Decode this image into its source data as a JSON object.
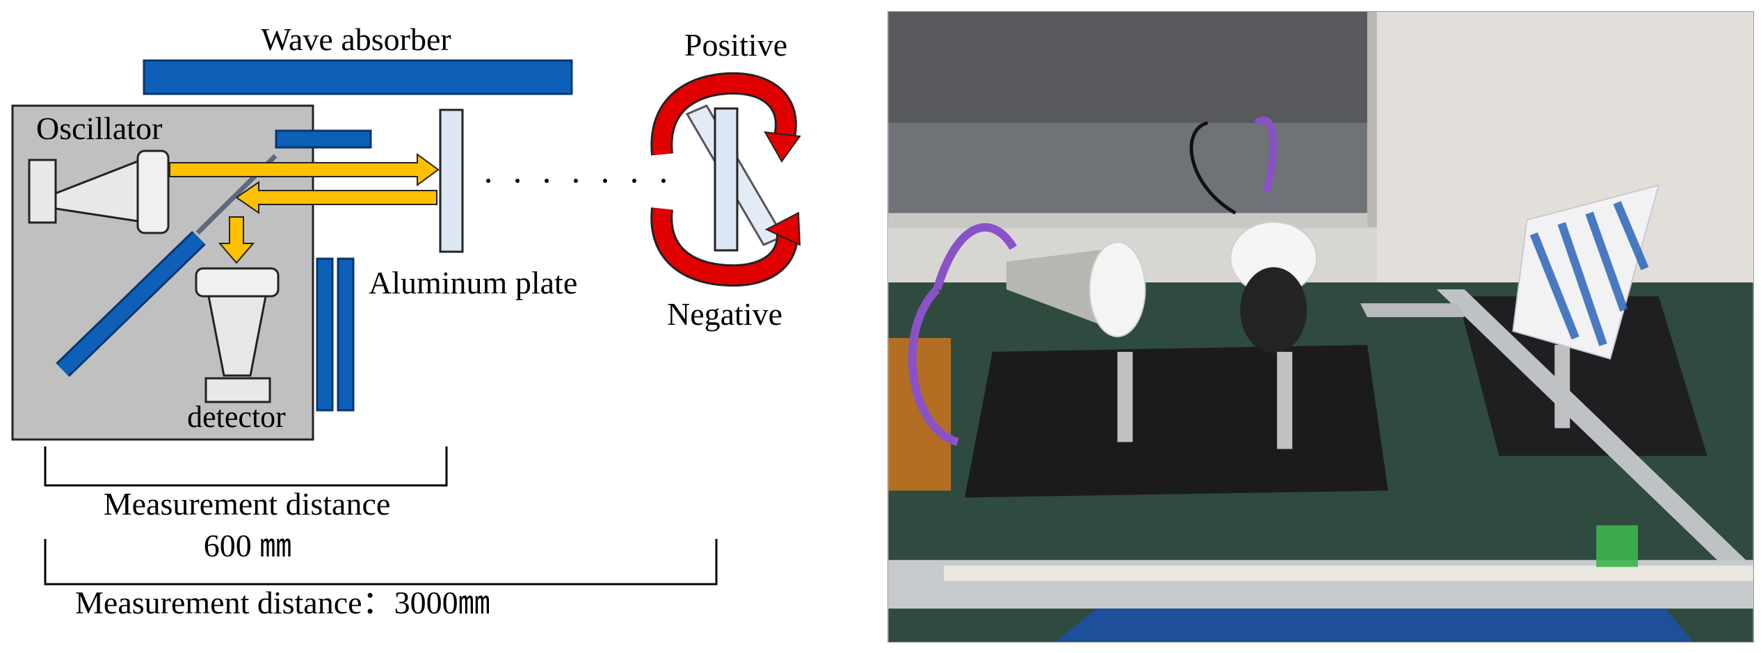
{
  "diagram": {
    "labels": {
      "wave_absorber": "Wave absorber",
      "oscillator": "Oscillator",
      "aluminum_plate": "Aluminum plate",
      "detector": "detector",
      "positive": "Positive",
      "negative": "Negative",
      "measurement_distance_1": "Measurement distance",
      "measurement_distance_1_value": "600 ㎜",
      "measurement_distance_2": "Measurement distance：3000㎜"
    },
    "colors": {
      "absorber_blue": "#0e5fb8",
      "beam_yellow": "#ffc000",
      "rotation_red": "#e00000",
      "box_gray": "#c0c0c0",
      "plate_light": "#dce6f4"
    }
  },
  "photo": {
    "description_icon": "lab-setup-photo"
  }
}
